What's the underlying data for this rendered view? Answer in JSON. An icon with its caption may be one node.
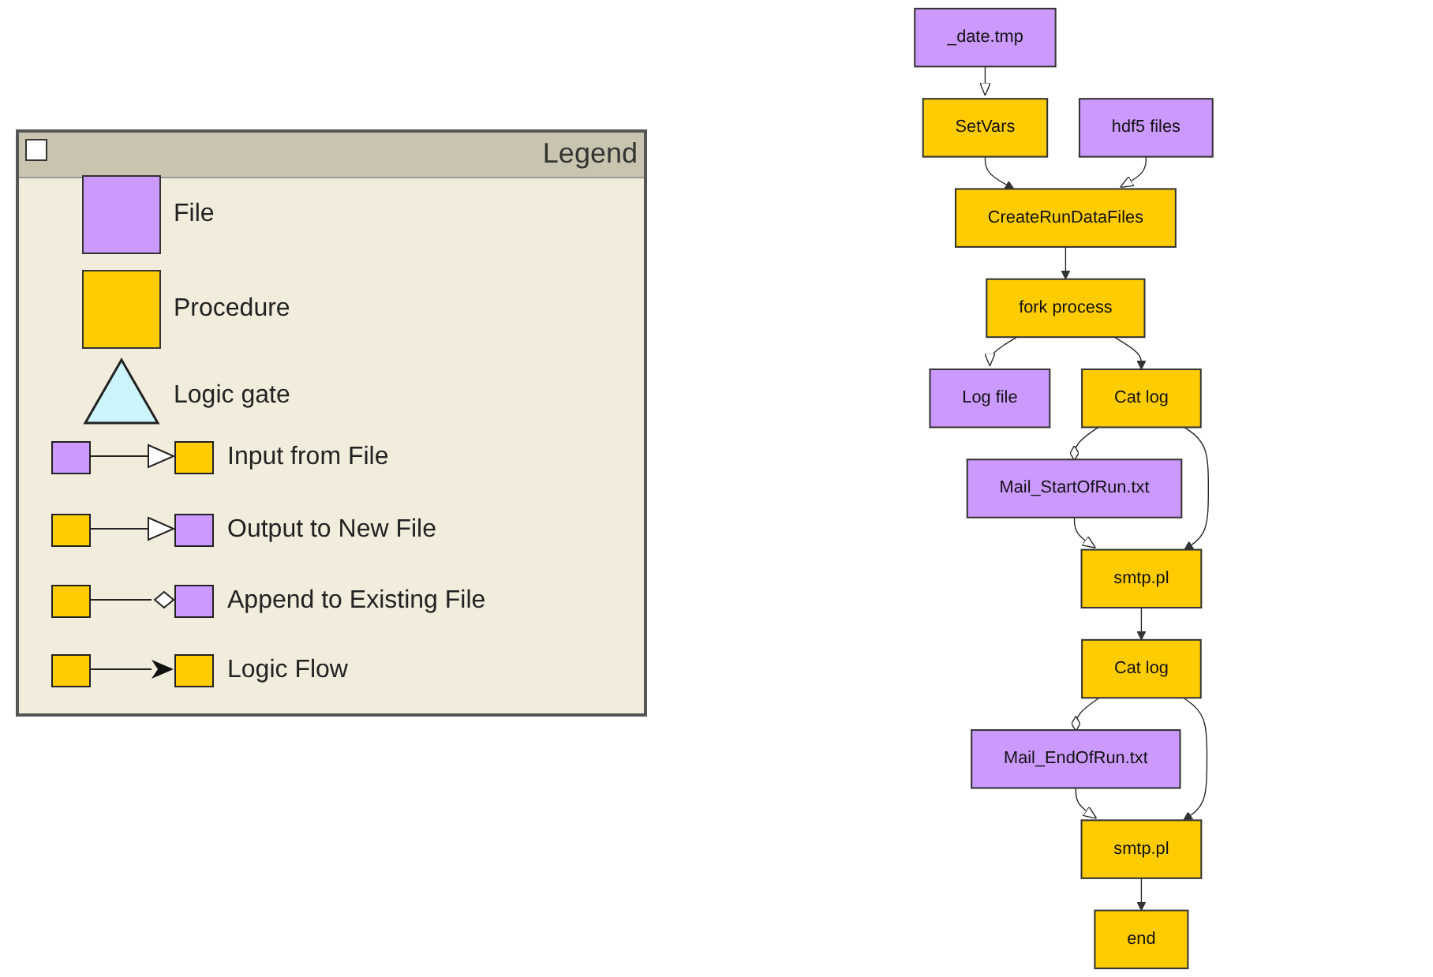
{
  "diagram": {
    "nodes": [
      {
        "text": [
          "SetVars"
        ]
      },
      {
        "text": [
          "_date.tmp"
        ]
      },
      {
        "text": [
          "CreateRunDataFiles"
        ]
      },
      {
        "text": [
          "hdf5 files"
        ]
      },
      {
        "text": [
          "fork process"
        ]
      },
      {
        "text": [
          "Log file"
        ]
      },
      {
        "text": [
          "Cat log"
        ]
      },
      {
        "text": [
          "Mail_StartOfRun.txt"
        ]
      },
      {
        "text": [
          "smtp.pl"
        ]
      },
      {
        "text": [
          "Cat log"
        ]
      },
      {
        "text": [
          "Mail_EndOfRun.txt"
        ]
      },
      {
        "text": [
          "smtp.pl"
        ]
      },
      {
        "text": [
          "end"
        ]
      }
    ],
    "edges": [
      {
        "from": 1,
        "to": 0,
        "arrow": "to"
      },
      {
        "from": 0,
        "to": 2,
        "arrow": "to"
      },
      {
        "from": 3,
        "to": 2,
        "arrow": "to"
      },
      {
        "from": 2,
        "to": 4,
        "arrow": "to"
      },
      {
        "from": 4,
        "to": 5,
        "arrow": "to"
      },
      {
        "from": 4,
        "to": 6,
        "arrow": "to"
      },
      {
        "from": 6,
        "to": 7,
        "arrow": "other"
      },
      {
        "from": 7,
        "to": 8,
        "arrow": "to"
      },
      {
        "from": 6,
        "to": 8,
        "arrow": "to"
      },
      {
        "from": 8,
        "to": 9,
        "arrow": "to"
      },
      {
        "from": 9,
        "to": 10,
        "arrow": "other"
      },
      {
        "from": 10,
        "to": 11,
        "arrow": "to"
      },
      {
        "from": 9,
        "to": 11,
        "arrow": "to"
      },
      {
        "from": 11,
        "to": 12,
        "arrow": "to"
      }
    ],
    "labels": [
      "Legend"
    ],
    "legend": [
      {
        "text": "File",
        "color": "#cc99ff"
      },
      {
        "text": "Procedure",
        "color": "#ffcc00"
      },
      {
        "text": "Logic gate"
      },
      {
        "text": "Input from File"
      },
      {
        "text": "Output to New File"
      },
      {
        "text": "Append to Existing File"
      },
      {
        "text": "Logic Flow"
      }
    ]
  }
}
